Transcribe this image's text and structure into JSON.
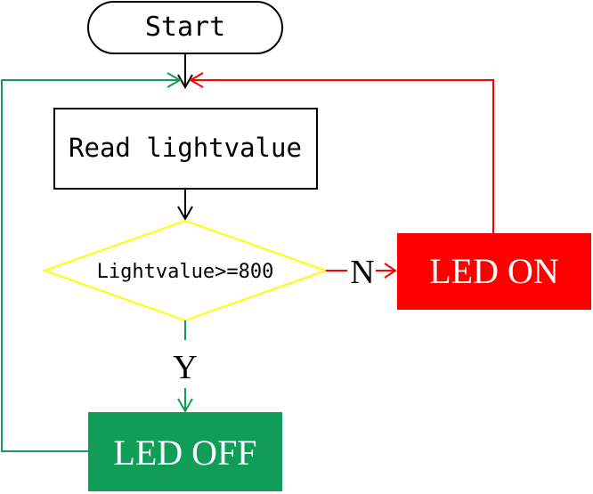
{
  "nodes": {
    "start": {
      "label": "Start"
    },
    "read": {
      "label": "Read lightvalue"
    },
    "decision": {
      "label": "Lightvalue>=800"
    },
    "led_on": {
      "label": "LED ON"
    },
    "led_off": {
      "label": "LED OFF"
    }
  },
  "edges": {
    "no_label": "N",
    "yes_label": "Y"
  },
  "colors": {
    "black": "#000000",
    "decision_outline": "#ffff00",
    "on_fill": "#ff0000",
    "off_fill": "#0f9d58",
    "red_line": "#ff0000",
    "green_line": "#0f9d58"
  }
}
